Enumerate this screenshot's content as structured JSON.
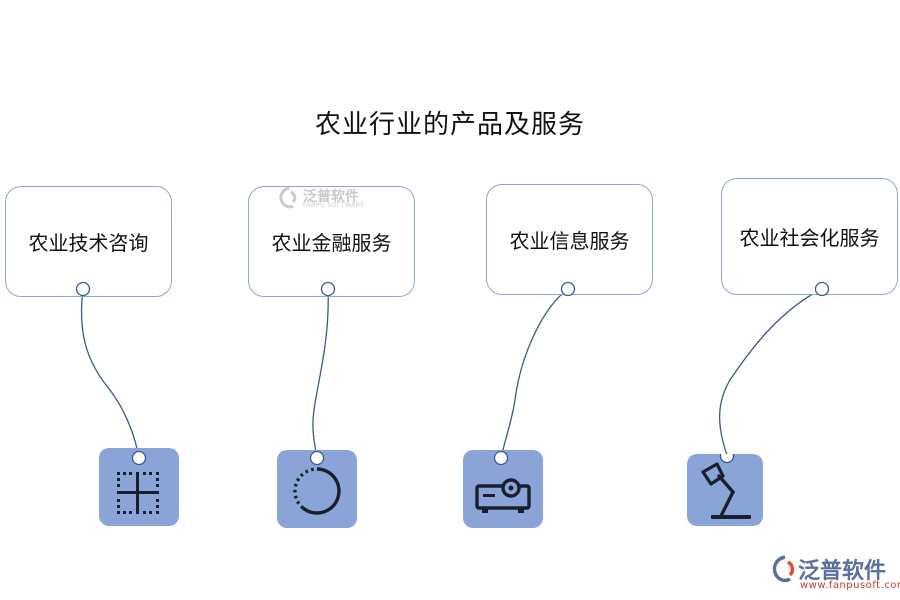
{
  "title": "农业行业的产品及服务",
  "services": [
    {
      "label": "农业技术咨询",
      "icon": "grid-layout-icon"
    },
    {
      "label": "农业金融服务",
      "icon": "dotted-circle-icon"
    },
    {
      "label": "农业信息服务",
      "icon": "projector-icon"
    },
    {
      "label": "农业社会化服务",
      "icon": "desk-lamp-icon"
    }
  ],
  "watermark": {
    "name": "泛普软件",
    "sub": "FANPU SOFTWARE",
    "url": "www.fanpusoft.com"
  },
  "colors": {
    "box_border": "#8fa6cf",
    "tile_fill": "#8aa4d8",
    "connector": "#3b5a8c",
    "icon": "#1a1f2e"
  }
}
